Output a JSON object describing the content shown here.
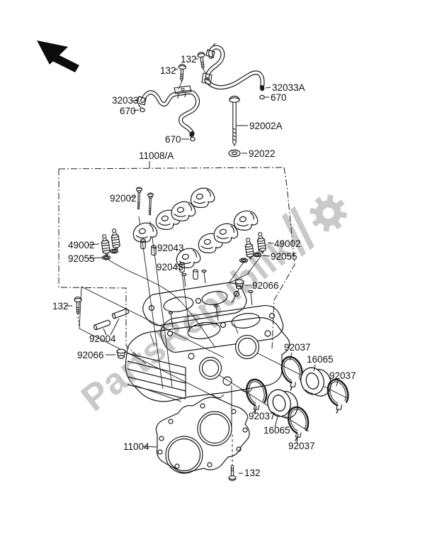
{
  "watermark": {
    "text": "PartsRepublik"
  },
  "colors": {
    "line": "#1a1a1a",
    "label": "#111111",
    "watermark": "#c9c9c9"
  },
  "labels": [
    {
      "text": "132"
    },
    {
      "text": "132"
    },
    {
      "text": "32033"
    },
    {
      "text": "670"
    },
    {
      "text": "670"
    },
    {
      "text": "32033A"
    },
    {
      "text": "670"
    },
    {
      "text": "92002A"
    },
    {
      "text": "92022"
    },
    {
      "text": "11008/A"
    },
    {
      "text": "92002"
    },
    {
      "text": "92043"
    },
    {
      "text": "92043"
    },
    {
      "text": "49002"
    },
    {
      "text": "92055"
    },
    {
      "text": "49002"
    },
    {
      "text": "92055"
    },
    {
      "text": "92066"
    },
    {
      "text": "132"
    },
    {
      "text": "92004"
    },
    {
      "text": "92066"
    },
    {
      "text": "92037"
    },
    {
      "text": "16065"
    },
    {
      "text": "92037"
    },
    {
      "text": "92037"
    },
    {
      "text": "16065"
    },
    {
      "text": "92037"
    },
    {
      "text": "11004"
    },
    {
      "text": "132"
    }
  ]
}
